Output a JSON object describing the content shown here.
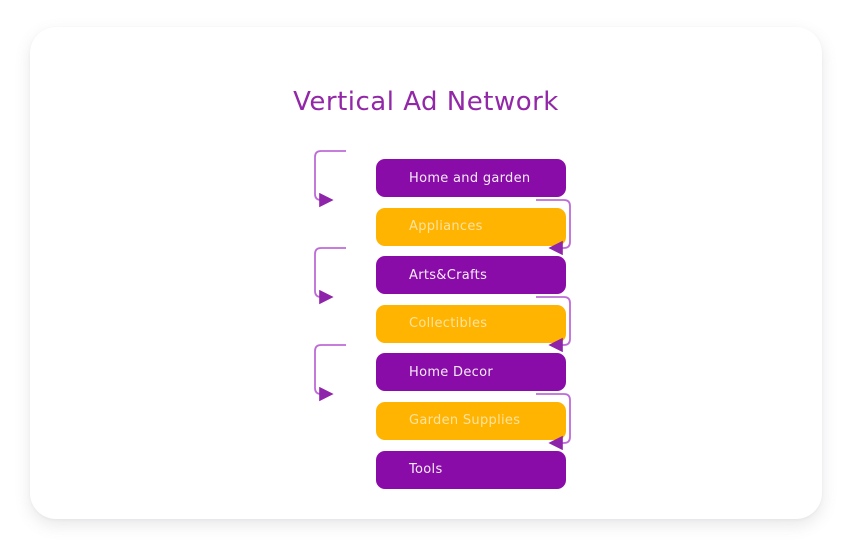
{
  "page": {
    "title": "Vertical Ad Network"
  },
  "diagram": {
    "nodes": [
      {
        "id": "home-and-garden",
        "label": "Home and garden",
        "color": "purple"
      },
      {
        "id": "appliances",
        "label": "Appliances",
        "color": "yellow"
      },
      {
        "id": "arts-crafts",
        "label": "Arts&Crafts",
        "color": "purple"
      },
      {
        "id": "collectibles",
        "label": "Collectibles",
        "color": "yellow"
      },
      {
        "id": "home-decor",
        "label": "Home Decor",
        "color": "purple"
      },
      {
        "id": "garden-supplies",
        "label": "Garden Supplies",
        "color": "yellow"
      },
      {
        "id": "tools",
        "label": "Tools",
        "color": "purple"
      }
    ],
    "connections": [
      {
        "from": "Home and garden",
        "to": "Appliances",
        "side": "left"
      },
      {
        "from": "Appliances",
        "to": "Arts&Crafts",
        "side": "right"
      },
      {
        "from": "Arts&Crafts",
        "to": "Collectibles",
        "side": "left"
      },
      {
        "from": "Collectibles",
        "to": "Home Decor",
        "side": "right"
      },
      {
        "from": "Home Decor",
        "to": "Garden Supplies",
        "side": "left"
      },
      {
        "from": "Garden Supplies",
        "to": "Tools",
        "side": "right"
      }
    ]
  },
  "theme": {
    "node_purple": "#8A0CA8",
    "node_yellow": "#FFB402",
    "title_color": "#9227A8",
    "connector_line": "#BD6CD6",
    "connector_arrow": "#8E24AA",
    "card_background": "#FFFFFF"
  }
}
